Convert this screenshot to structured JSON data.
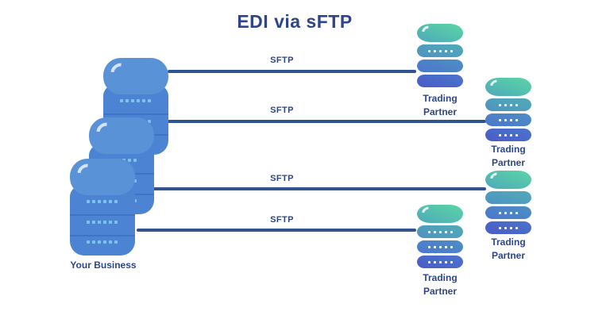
{
  "title": "EDI via sFTP",
  "colors": {
    "heading_text": "#2d4689",
    "connector_line": "#30528e",
    "server_cap_blue": "#5a92d8",
    "server_body_blue": "#4c83d2",
    "server_dot_blue": "#7dc4ec",
    "partner_gradient_top": "#56d2a5",
    "partner_gradient_bottom": "#4a5cc6"
  },
  "business": {
    "label": "Your Business",
    "server_count": 3,
    "dots_per_row": 6
  },
  "connections": [
    {
      "label": "SFTP"
    },
    {
      "label": "SFTP"
    },
    {
      "label": "SFTP"
    },
    {
      "label": "SFTP"
    }
  ],
  "partners": [
    {
      "name": "Trading Partner",
      "dot_rows": [
        5,
        0,
        0
      ]
    },
    {
      "name": "Trading Partner",
      "dot_rows": [
        4,
        4,
        4
      ]
    },
    {
      "name": "Trading Partner",
      "dot_rows": [
        0,
        4,
        4
      ]
    },
    {
      "name": "Trading Partner",
      "dot_rows": [
        5,
        5,
        5
      ]
    }
  ]
}
